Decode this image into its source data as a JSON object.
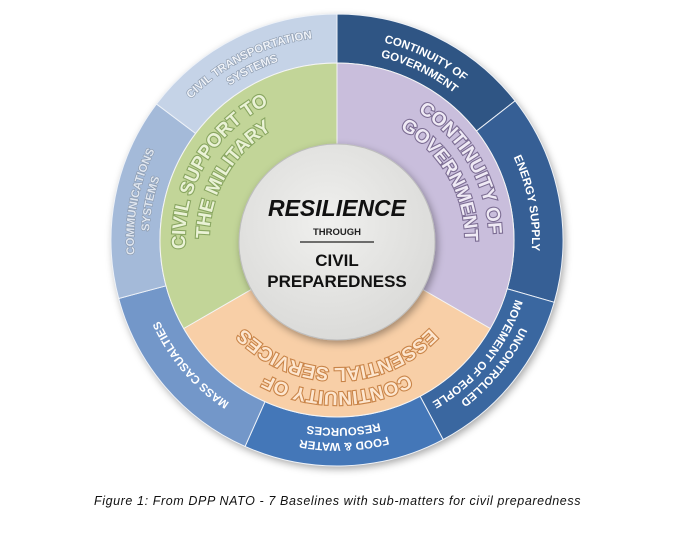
{
  "center": {
    "title": "RESILIENCE",
    "through": "THROUGH",
    "line1": "CIVIL",
    "line2": "PREPAREDNESS"
  },
  "baselines": [
    {
      "lines": [
        "CONTINUITY OF",
        "GOVERNMENT"
      ],
      "color": "#c9bedc",
      "text_fill": "#efeaf5",
      "text_stroke": "#7c6d93"
    },
    {
      "lines": [
        "CONTINUITY OF",
        "ESSENTIAL SERVICES"
      ],
      "color": "#f8cfa7",
      "text_fill": "#fde6cf",
      "text_stroke": "#c98448"
    },
    {
      "lines": [
        "CIVIL SUPPORT TO",
        "THE MILITARY"
      ],
      "color": "#c2d598",
      "text_fill": "#eaf2d6",
      "text_stroke": "#89a661"
    }
  ],
  "sub_matters": [
    {
      "lines": [
        "CONTINUITY OF",
        "GOVERNMENT"
      ],
      "color": "#2f5584",
      "text_color": "#ffffff"
    },
    {
      "lines": [
        "ENERGY SUPPLY"
      ],
      "color": "#365f95",
      "text_color": "#ffffff"
    },
    {
      "lines": [
        "UNCONTROLLED",
        "MOVEMENT OF PEOPLE"
      ],
      "color": "#3a67a0",
      "text_color": "#ffffff"
    },
    {
      "lines": [
        "FOOD & WATER",
        "RESOURCES"
      ],
      "color": "#4477b8",
      "text_color": "#ffffff"
    },
    {
      "lines": [
        "MASS CASUALTIES"
      ],
      "color": "#7397c9",
      "text_color": "#ffffff"
    },
    {
      "lines": [
        "COMMUNICATIONS",
        "SYSTEMS"
      ],
      "color": "#a4bad9",
      "text_color": "#dfe6f0"
    },
    {
      "lines": [
        "CIVIL TRANSPORTATION",
        "SYSTEMS"
      ],
      "color": "#c5d3e7",
      "text_color": "#eef2f8"
    }
  ],
  "caption": "Figure 1: From DPP NATO - 7 Baselines with sub-matters for civil preparedness"
}
